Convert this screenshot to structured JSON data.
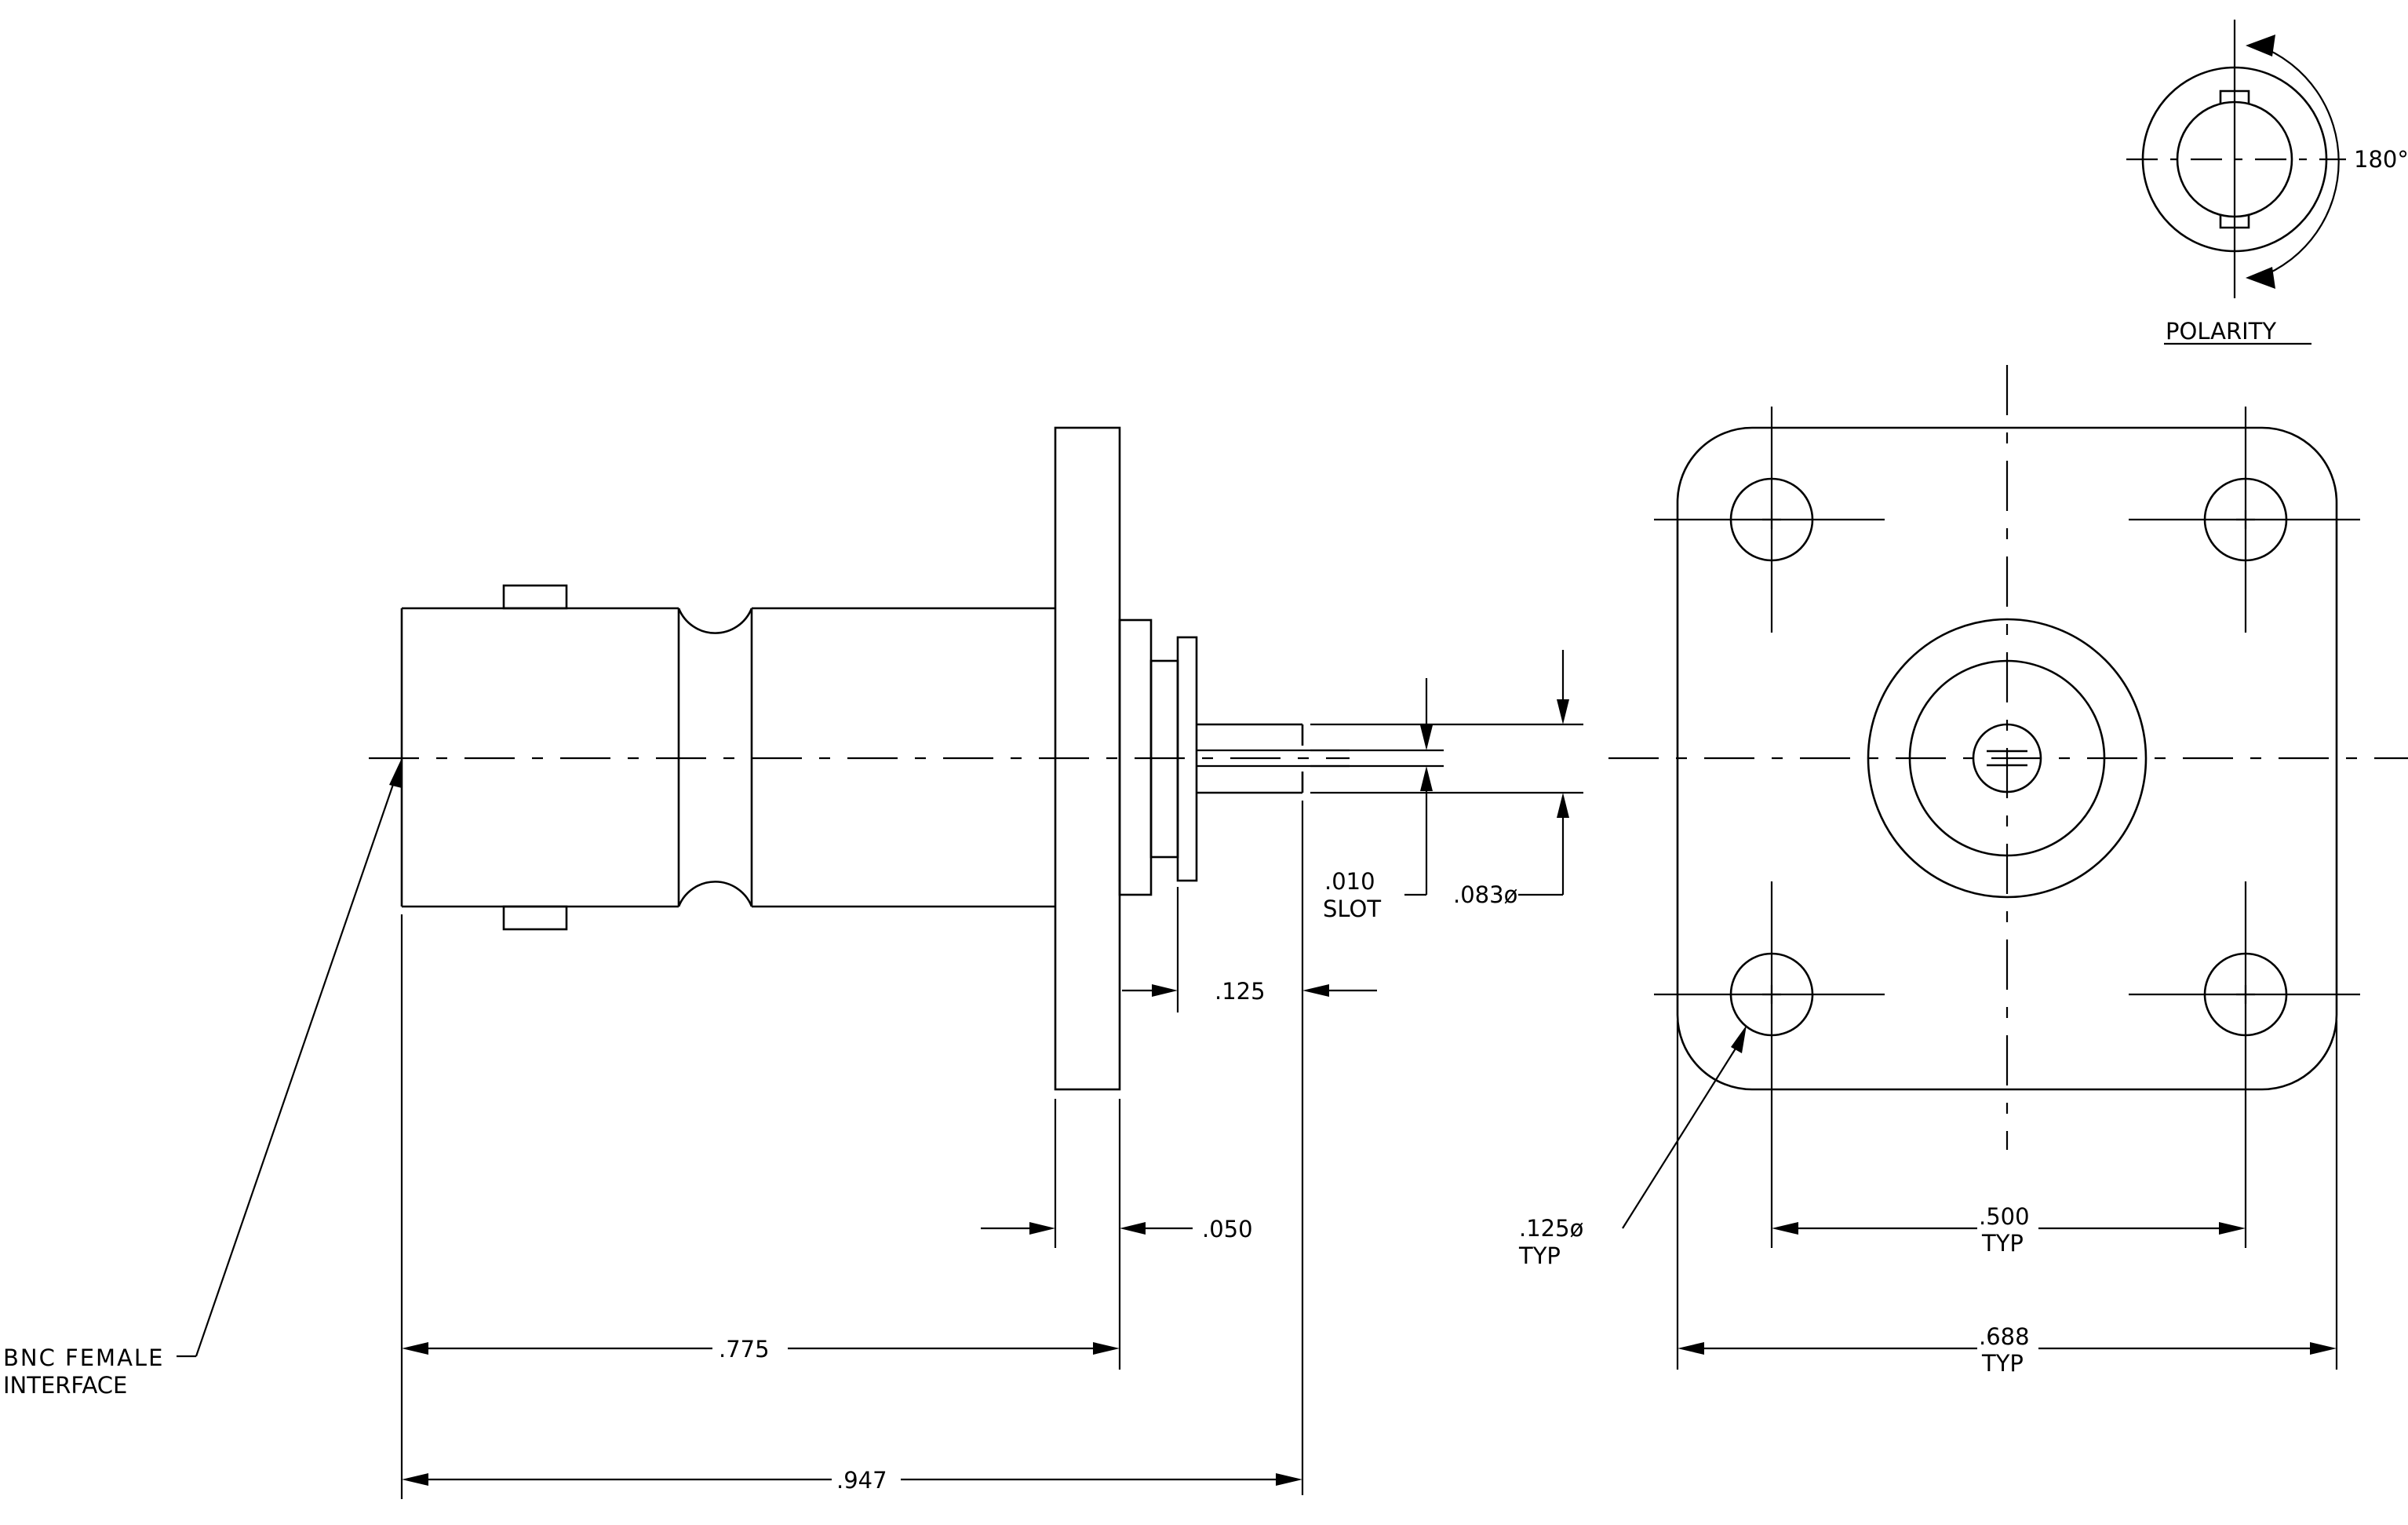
{
  "polarity": {
    "angle": "180°",
    "title": "POLARITY"
  },
  "side_view": {
    "interface_label_line1": "BNC FEMALE",
    "interface_label_line2": "INTERFACE",
    "slot_value": ".010",
    "slot_label": "SLOT",
    "pin_diameter": ".083ø",
    "dim_125": ".125",
    "dim_050": ".050",
    "dim_775": ".775",
    "dim_947": ".947"
  },
  "front_view": {
    "hole_diameter": ".125ø",
    "hole_typ": "TYP",
    "hole_spacing": ".500",
    "hole_spacing_typ": "TYP",
    "flange_width": ".688",
    "flange_width_typ": "TYP"
  }
}
